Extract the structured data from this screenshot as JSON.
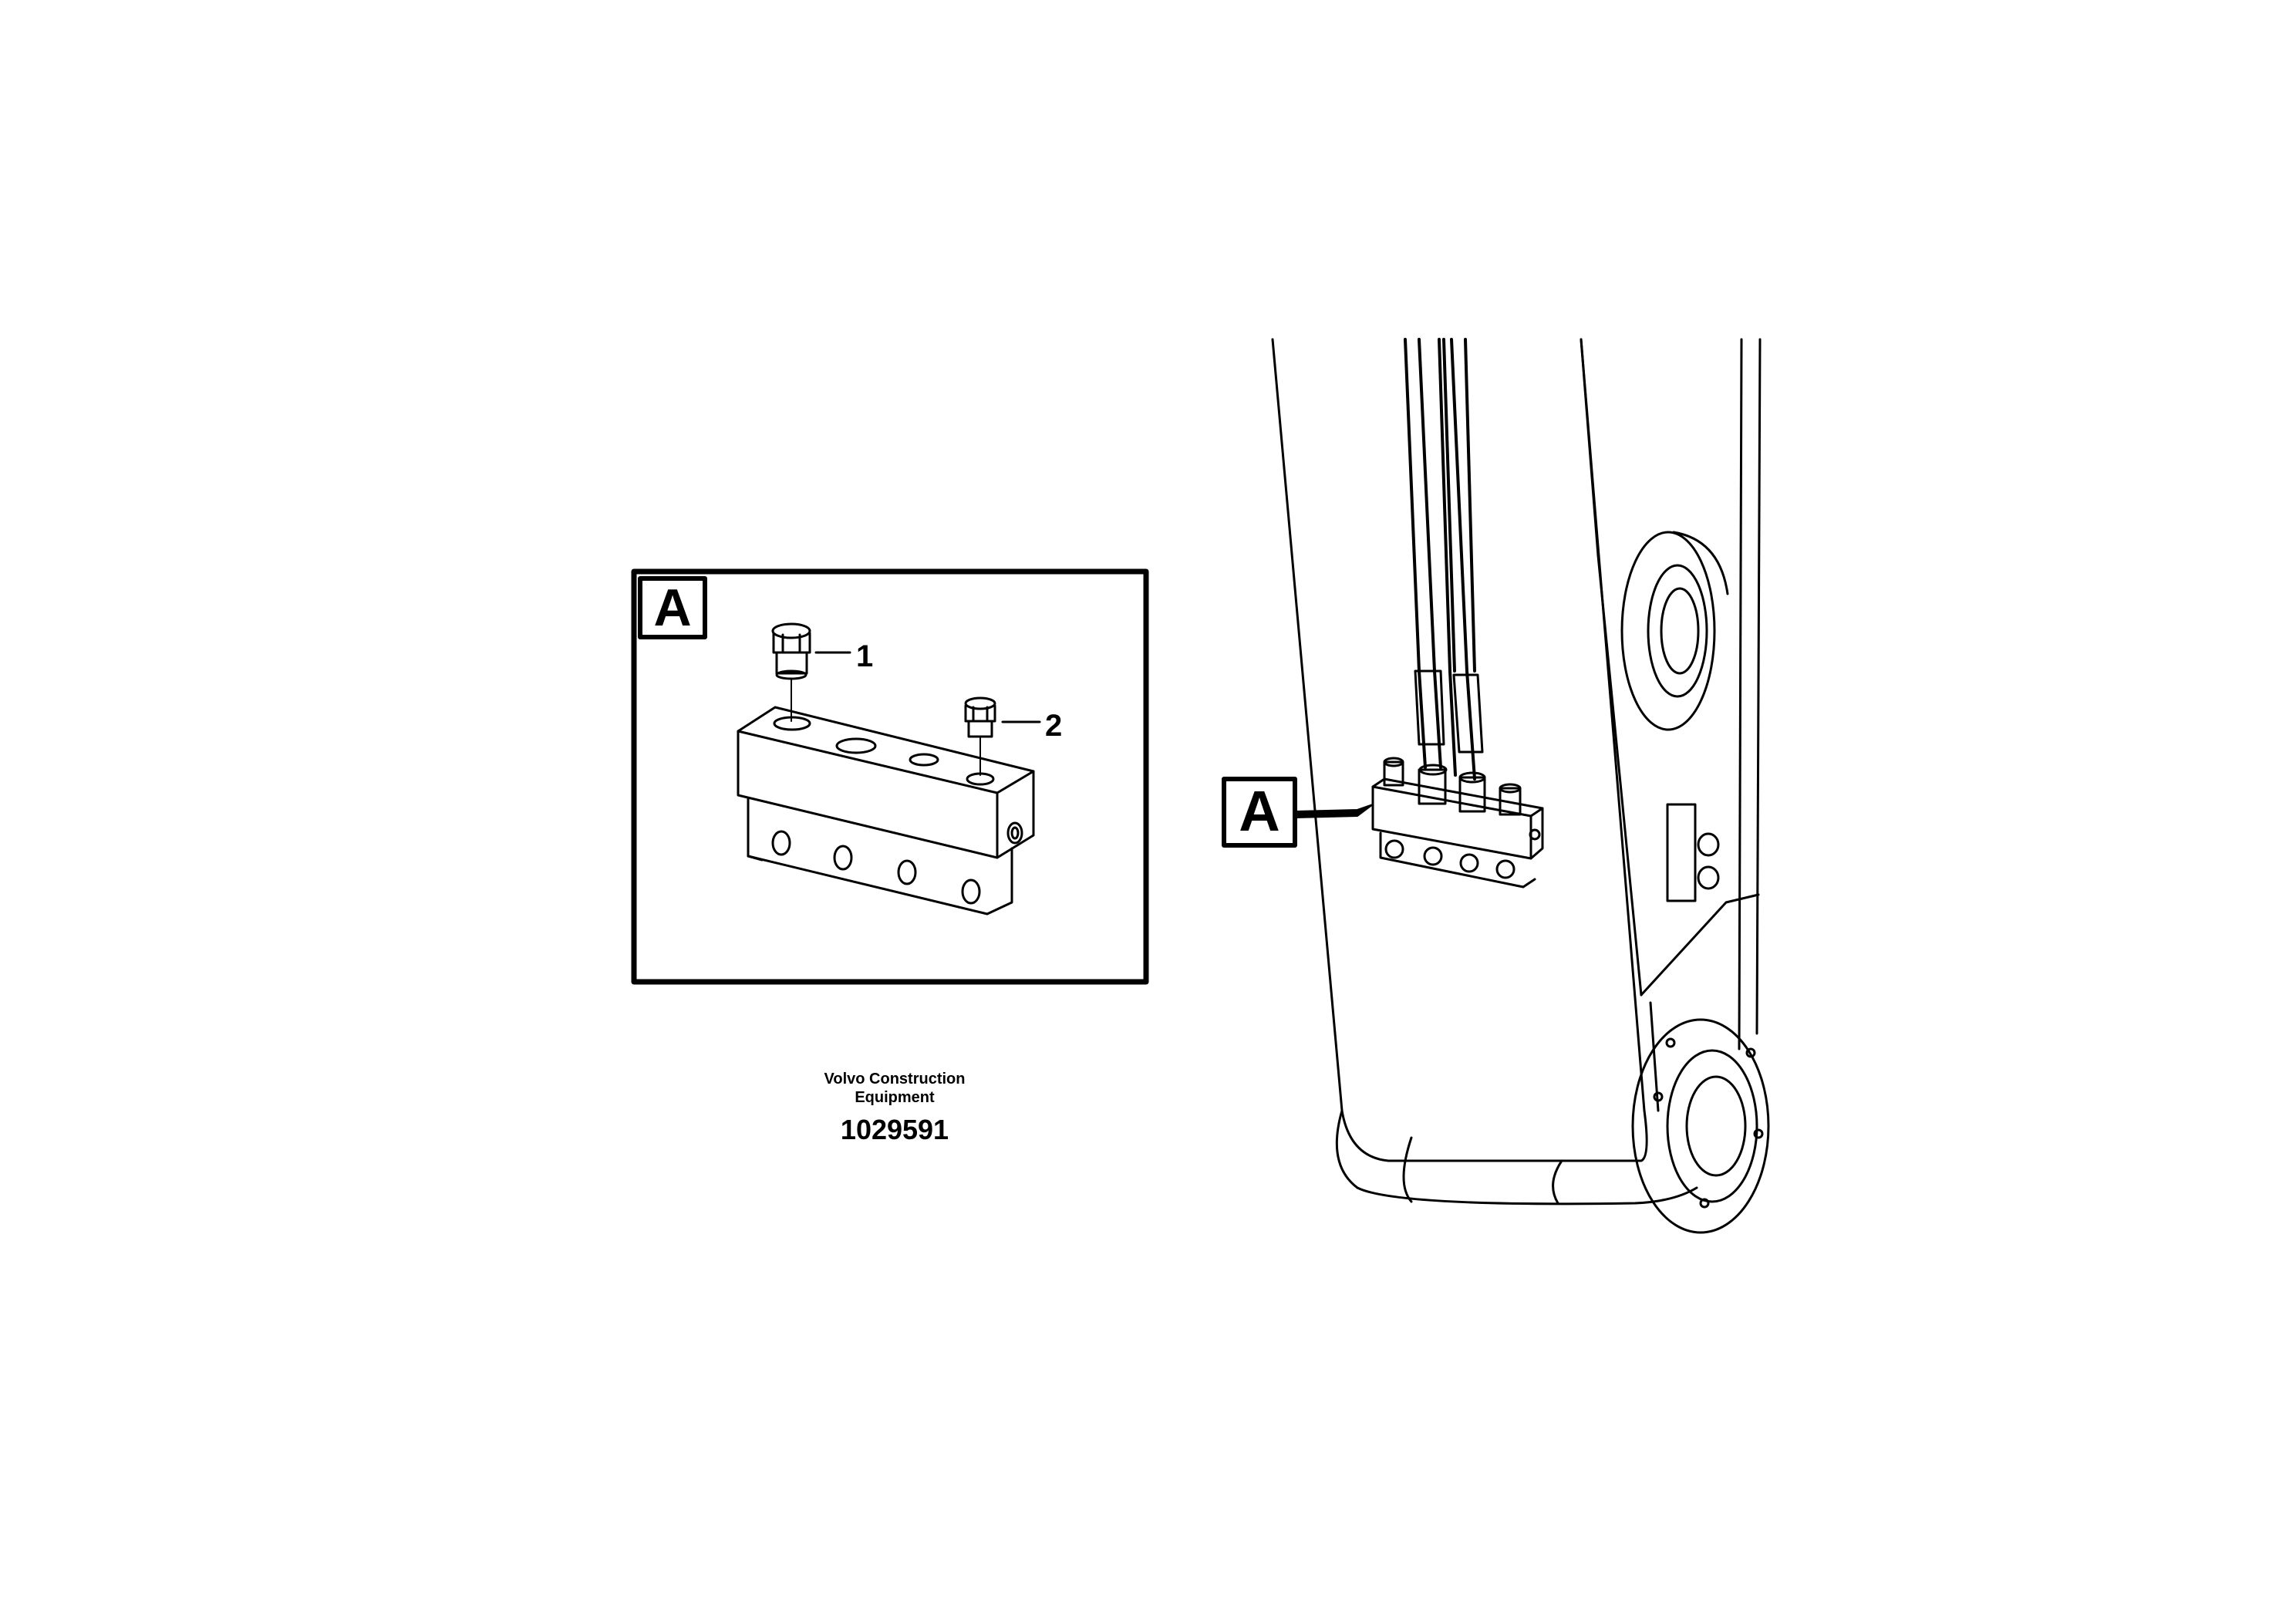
{
  "detail_view": {
    "letter": "A",
    "callouts": [
      {
        "number": "1"
      },
      {
        "number": "2"
      }
    ]
  },
  "main_view": {
    "letter": "A"
  },
  "caption": {
    "company_line1": "Volvo Construction",
    "company_line2": "Equipment",
    "figure_number": "1029591"
  }
}
